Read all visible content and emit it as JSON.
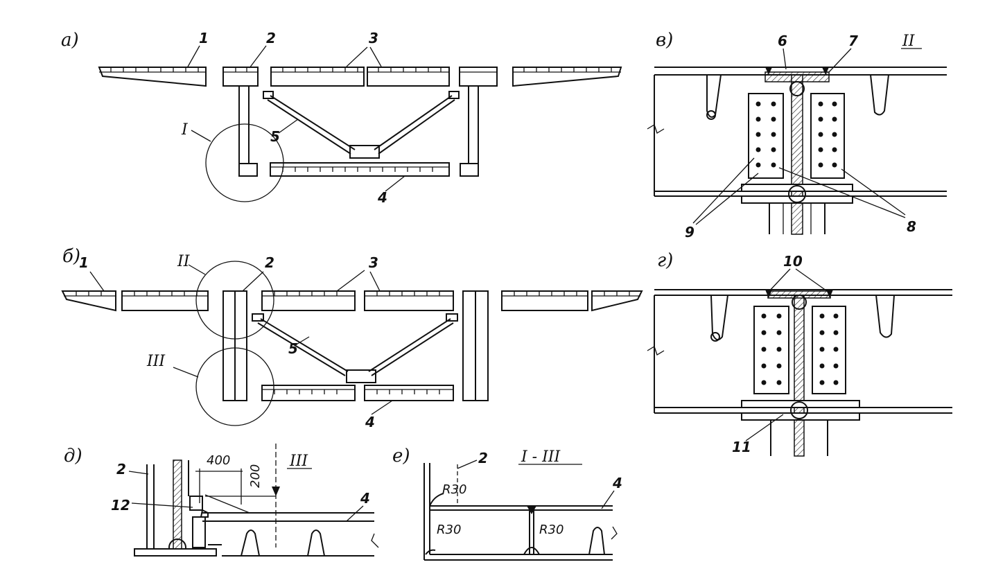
{
  "panels": {
    "a": "а)",
    "b": "б)",
    "v": "в)",
    "g": "г)",
    "d": "д)",
    "e": "е)"
  },
  "callouts": {
    "n1": "1",
    "n2": "2",
    "n3": "3",
    "n4": "4",
    "n5": "5",
    "n6": "6",
    "n7": "7",
    "n8": "8",
    "n9": "9",
    "n10": "10",
    "n11": "11",
    "n12": "12"
  },
  "details": {
    "I": "I",
    "II": "II",
    "III": "III",
    "I_III": "I - III"
  },
  "dimensions": {
    "d400": "400",
    "d200": "200",
    "r30": "R30"
  }
}
